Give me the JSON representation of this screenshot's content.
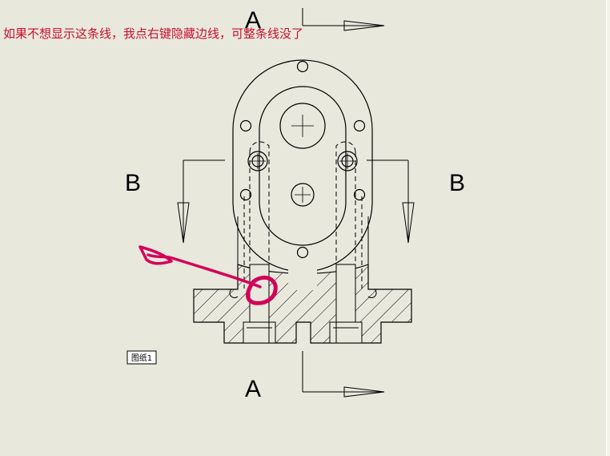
{
  "annotation": {
    "text": "如果不想显示这条线，我点右键隐藏边线，可整条线没了",
    "color": "#c8102e"
  },
  "section_labels": {
    "a_top": "A",
    "a_bottom": "A",
    "b_left": "B",
    "b_right": "B"
  },
  "sheet_tab": {
    "label": "图纸1"
  },
  "colors": {
    "background": "#e9e8dd",
    "line": "#000000",
    "markup": "#d4005a"
  }
}
